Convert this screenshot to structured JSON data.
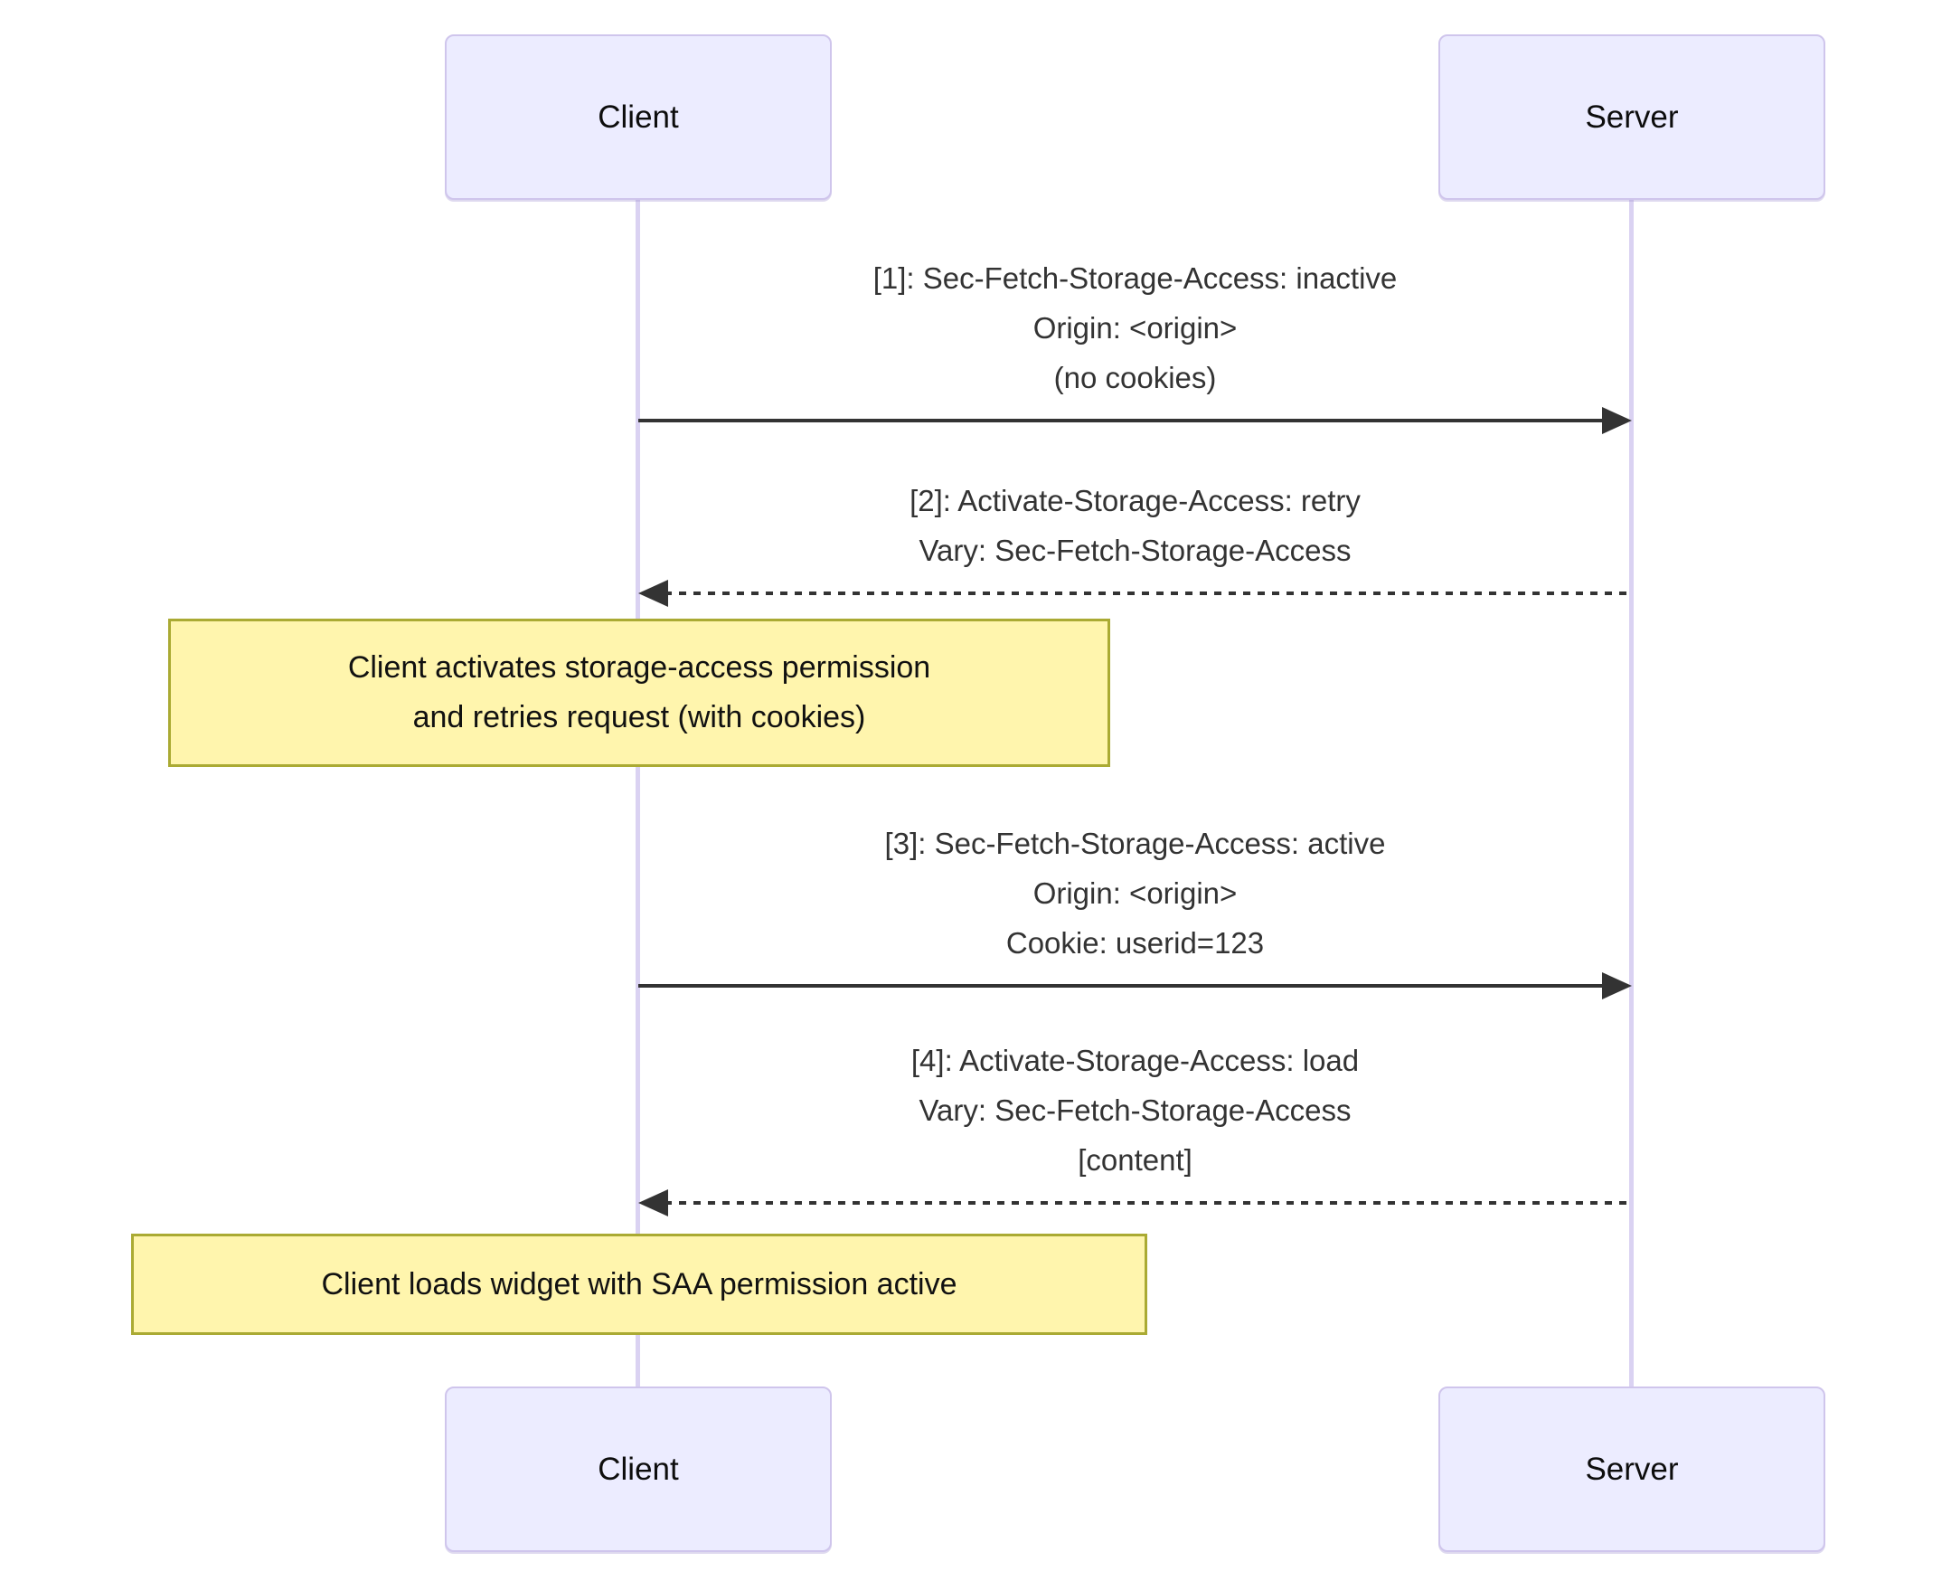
{
  "diagram": {
    "type": "sequence-diagram",
    "actors": [
      {
        "id": "client",
        "label": "Client"
      },
      {
        "id": "server",
        "label": "Server"
      }
    ],
    "messages": [
      {
        "from": "client",
        "to": "server",
        "line_style": "solid",
        "lines": [
          "[1]: Sec-Fetch-Storage-Access: inactive",
          "Origin: <origin>",
          "(no cookies)"
        ]
      },
      {
        "from": "server",
        "to": "client",
        "line_style": "dashed",
        "lines": [
          "[2]: Activate-Storage-Access: retry",
          "Vary: Sec-Fetch-Storage-Access"
        ]
      },
      {
        "from": "client",
        "to": "server",
        "line_style": "solid",
        "lines": [
          "[3]: Sec-Fetch-Storage-Access: active",
          "Origin: <origin>",
          "Cookie: userid=123"
        ]
      },
      {
        "from": "server",
        "to": "client",
        "line_style": "dashed",
        "lines": [
          "[4]: Activate-Storage-Access: load",
          "Vary: Sec-Fetch-Storage-Access",
          "[content]"
        ]
      }
    ],
    "notes": [
      {
        "over": "client",
        "lines": [
          "Client activates storage-access permission",
          "and retries request (with cookies)"
        ]
      },
      {
        "over": "client",
        "lines": [
          "Client loads widget with SAA permission active"
        ]
      }
    ],
    "colors": {
      "actor_fill": "#ECECFF",
      "actor_border": "#CFC5EC",
      "lifeline": "#DAD2F2",
      "arrow": "#333333",
      "message_text": "#333333",
      "note_fill": "#FFF5AD",
      "note_border": "#AAAA33",
      "note_text": "#111111"
    }
  }
}
